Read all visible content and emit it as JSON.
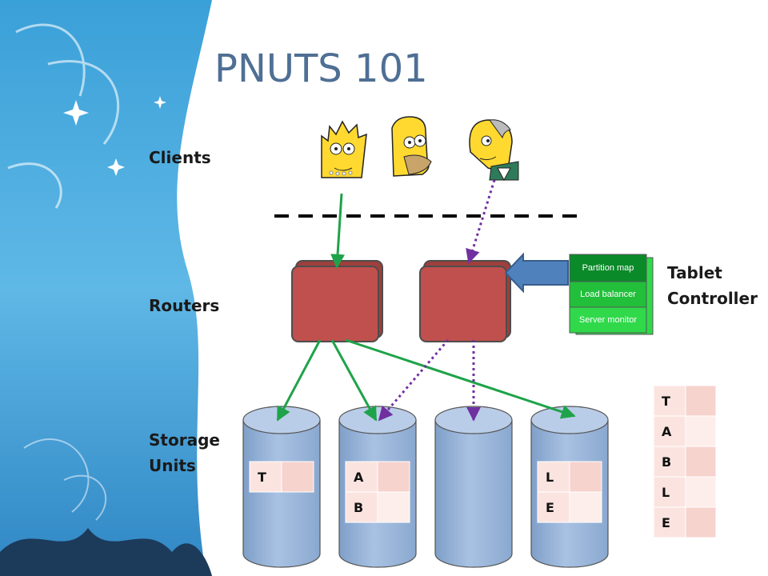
{
  "slide": {
    "title": "PNUTS 101",
    "labels": {
      "clients": "Clients",
      "routers": "Routers",
      "storage_line1": "Storage",
      "storage_line2": "Units",
      "tablet_line1": "Tablet",
      "tablet_line2": "Controller"
    }
  },
  "tablet_controller": {
    "items": [
      "Partition map",
      "Load balancer",
      "Server monitor"
    ]
  },
  "table": {
    "rows": [
      "T",
      "A",
      "B",
      "L",
      "E"
    ]
  },
  "storage_units": [
    {
      "rows": [
        "T"
      ]
    },
    {
      "rows": [
        "A",
        "B"
      ]
    },
    {
      "rows": []
    },
    {
      "rows": [
        "L",
        "E"
      ]
    }
  ],
  "colors": {
    "title": "#4f6f94",
    "router": "#c0504d",
    "storage": "#95b3d7",
    "arrow_green": "#1fa34a",
    "arrow_purple": "#7030a0",
    "tc_dark": "#0b8a2a",
    "tc_light": "#2fd94a",
    "cell_key": "#fbe4e0",
    "cell_val": "#f7d3cd"
  }
}
